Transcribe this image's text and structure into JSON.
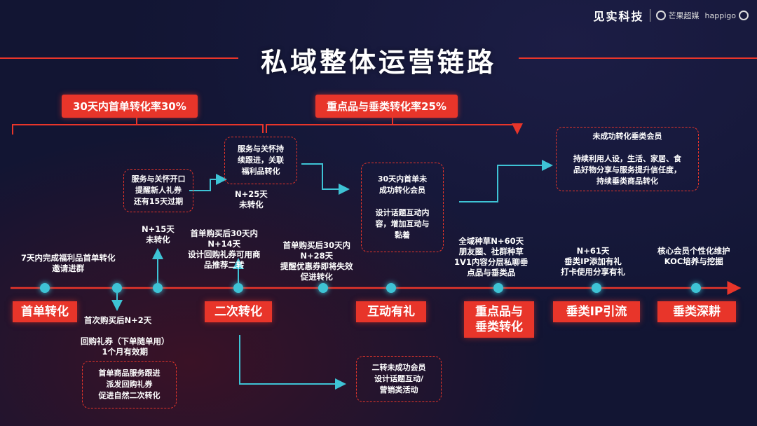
{
  "brand": {
    "name": "见实科技",
    "logo1": "芒果超媒",
    "logo2": "happigo"
  },
  "title": "私域整体运营链路",
  "banners": {
    "left": "30天内首单转化率30%",
    "right": "重点品与垂类转化率25%"
  },
  "boxes": {
    "b1": "服务与关怀开口\n提醒新人礼券\n还有15天过期",
    "b2": "服务与关怀持\n续跟进，关联\n福利品转化",
    "b3": "30天内首单未\n成功转化会员\n\n设计话题互动内\n容，增加互动与\n黏着",
    "b4": "未成功转化垂类会员\n\n持续利用人设，生活、家居、食\n品好物分享与服务提升信任度，\n持续垂类商品转化",
    "b5": "首单商品服务跟进\n派发回购礼券\n促进自然二次转化",
    "b6": "二转未成功会员\n设计话题互动/\n营销类活动"
  },
  "labels": {
    "n25": "N+25天\n未转化",
    "n15": "N+15天\n未转化",
    "t7": "7天内完成福利品首单转化\n邀请进群",
    "t14": "首单购买后30天内\nN+14天\n设计回购礼券可用商\n品推荐二转",
    "t28": "首单购买后30天内\nN+28天\n提醒优惠券即将失效\n促进转化",
    "t60": "全域种草N+60天\n朋友圈、社群种草\n1V1内容分层私聊垂\n点品与垂类品",
    "t61": "N+61天\n垂类IP添加有礼\n打卡使用分享有礼",
    "tcore": "核心会员个性化维护\nKOC培养与挖掘",
    "t2": "首次购买后N+2天",
    "tcoupon": "回购礼券（下单随单用）\n1个月有效期"
  },
  "stages": [
    "首单转化",
    "二次转化",
    "互动有礼",
    "重点品与\n垂类转化",
    "垂类IP引流",
    "垂类深耕"
  ],
  "colors": {
    "accent": "#e8352a",
    "node": "#3ec3d5",
    "bg": "#121533"
  }
}
